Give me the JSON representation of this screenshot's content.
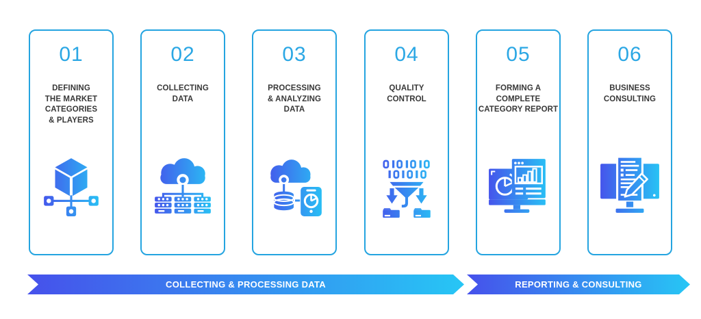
{
  "diagram": {
    "steps": [
      {
        "number": "01",
        "title": "DEFINING\nTHE MARKET\nCATEGORIES\n& PLAYERS",
        "icon": "cube-network-icon"
      },
      {
        "number": "02",
        "title": "COLLECTING\nDATA",
        "icon": "cloud-servers-icon"
      },
      {
        "number": "03",
        "title": "PROCESSING\n& ANALYZING\nDATA",
        "icon": "cloud-database-mobile-icon"
      },
      {
        "number": "04",
        "title": "QUALITY\nCONTROL",
        "icon": "binary-filter-folders-icon"
      },
      {
        "number": "05",
        "title": "FORMING A\nCOMPLETE\nCATEGORY REPORT",
        "icon": "monitor-charts-report-icon"
      },
      {
        "number": "06",
        "title": "BUSINESS\nCONSULTING",
        "icon": "monitor-document-pencil-icon"
      }
    ],
    "banners": [
      {
        "label": "COLLECTING & PROCESSING DATA"
      },
      {
        "label": "REPORTING & CONSULTING"
      }
    ],
    "colors": {
      "card_border": "#24A4E0",
      "step_number": "#2BA7E4",
      "title_text": "#383838",
      "gradient_start": "#4651EB",
      "gradient_end": "#27C6F5",
      "banner_text": "#FFFFFF"
    }
  }
}
